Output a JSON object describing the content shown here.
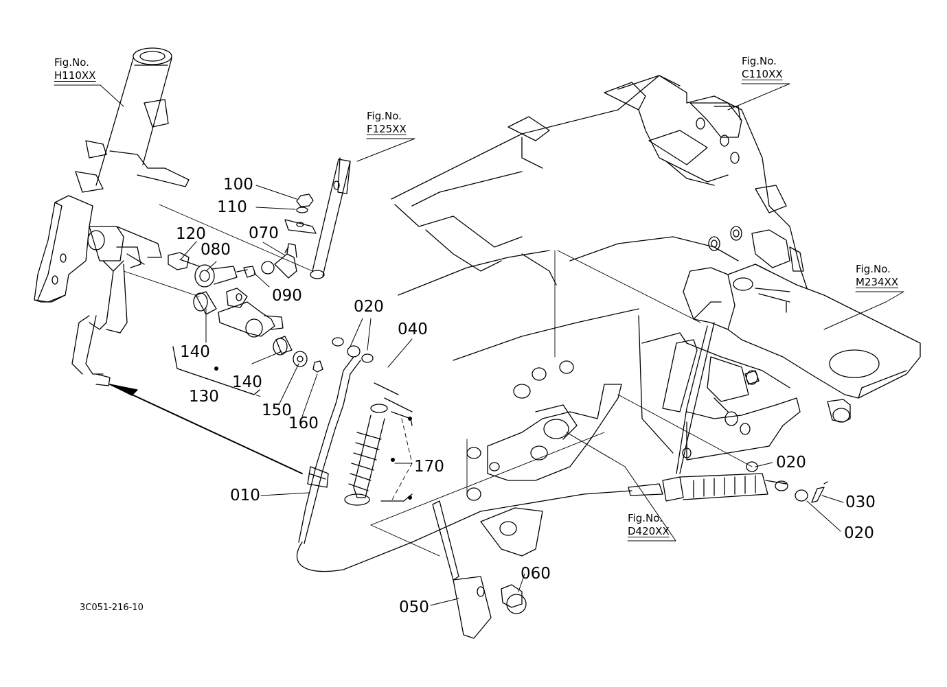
{
  "drawing_id": "3C051-216-10",
  "figure_refs": [
    {
      "id": "h110",
      "label": "Fig.No.",
      "code": "H110XX"
    },
    {
      "id": "f125",
      "label": "Fig.No.",
      "code": "F125XX"
    },
    {
      "id": "c110",
      "label": "Fig.No.",
      "code": "C110XX"
    },
    {
      "id": "m234",
      "label": "Fig.No.",
      "code": "M234XX"
    },
    {
      "id": "d420",
      "label": "Fig.No.",
      "code": "D420XX"
    }
  ],
  "part_labels": [
    {
      "id": "p100",
      "text": "100"
    },
    {
      "id": "p110",
      "text": "110"
    },
    {
      "id": "p120",
      "text": "120"
    },
    {
      "id": "p080",
      "text": "080"
    },
    {
      "id": "p070",
      "text": "070"
    },
    {
      "id": "p090",
      "text": "090"
    },
    {
      "id": "p020a",
      "text": "020"
    },
    {
      "id": "p040",
      "text": "040"
    },
    {
      "id": "p140a",
      "text": "140"
    },
    {
      "id": "p140b",
      "text": "140"
    },
    {
      "id": "p130",
      "text": "130"
    },
    {
      "id": "p150",
      "text": "150"
    },
    {
      "id": "p160",
      "text": "160"
    },
    {
      "id": "p170",
      "text": "170"
    },
    {
      "id": "p010",
      "text": "010"
    },
    {
      "id": "p020b",
      "text": "020"
    },
    {
      "id": "p030",
      "text": "030"
    },
    {
      "id": "p020c",
      "text": "020"
    },
    {
      "id": "p060",
      "text": "060"
    },
    {
      "id": "p050",
      "text": "050"
    }
  ]
}
